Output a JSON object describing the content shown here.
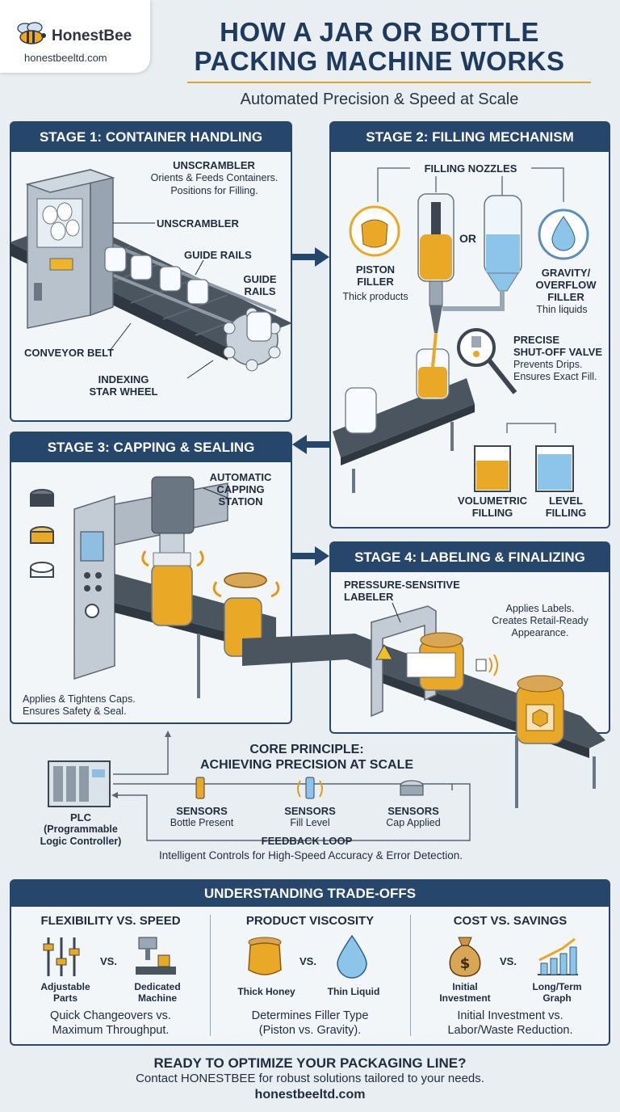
{
  "brand": {
    "name": "HonestBee",
    "url": "honestbeeltd.com"
  },
  "header": {
    "title_line1": "HOW A JAR OR BOTTLE",
    "title_line2": "PACKING MACHINE WORKS",
    "subtitle": "Automated Precision & Speed at Scale"
  },
  "stage1": {
    "tab": "STAGE 1: CONTAINER HANDLING",
    "unscrambler_title": "UNSCRAMBLER",
    "unscrambler_desc1": "Orients & Feeds Containers.",
    "unscrambler_desc2": "Positions for Filling.",
    "unscrambler_label": "UNSCRAMBLER",
    "guide_rails_1": "GUIDE RAILS",
    "guide_rails_2a": "GUIDE",
    "guide_rails_2b": "RAILS",
    "conveyor": "CONVEYOR BELT",
    "star_wheel_a": "INDEXING",
    "star_wheel_b": "STAR WHEEL"
  },
  "stage2": {
    "tab": "STAGE 2: FILLING MECHANISM",
    "nozzles": "FILLING NOZZLES",
    "or": "OR",
    "piston_a": "PISTON",
    "piston_b": "FILLER",
    "piston_desc": "Thick products",
    "gravity_a": "GRAVITY/",
    "gravity_b": "OVERFLOW",
    "gravity_c": "FILLER",
    "gravity_desc": "Thin liquids",
    "valve_a": "PRECISE",
    "valve_b": "SHUT-OFF VALVE",
    "valve_desc1": "Prevents Drips.",
    "valve_desc2": "Ensures Exact Fill.",
    "volumetric_a": "VOLUMETRIC",
    "volumetric_b": "FILLING",
    "level_a": "LEVEL",
    "level_b": "FILLING"
  },
  "stage3": {
    "tab": "STAGE 3: CAPPING & SEALING",
    "station_a": "AUTOMATIC",
    "station_b": "CAPPING",
    "station_c": "STATION",
    "desc1": "Applies & Tightens Caps.",
    "desc2": "Ensures Safety & Seal."
  },
  "stage4": {
    "tab": "STAGE 4: LABELING & FINALIZING",
    "labeler_a": "PRESSURE-SENSITIVE",
    "labeler_b": "LABELER",
    "desc1": "Applies Labels.",
    "desc2": "Creates Retail-Ready",
    "desc3": "Appearance."
  },
  "core": {
    "title1": "CORE PRINCIPLE:",
    "title2": "ACHIEVING PRECISION AT SCALE",
    "plc_a": "PLC",
    "plc_b": "(Programmable",
    "plc_c": "Logic Controller)",
    "sensors": [
      {
        "title": "SENSORS",
        "desc": "Bottle Present"
      },
      {
        "title": "SENSORS",
        "desc": "Fill Level"
      },
      {
        "title": "SENSORS",
        "desc": "Cap Applied"
      }
    ],
    "feedback": "FEEDBACK LOOP",
    "feedback_desc": "Intelligent Controls for High-Speed Accuracy & Error Detection."
  },
  "tradeoffs": {
    "tab": "UNDERSTANDING TRADE-OFFS",
    "cols": [
      {
        "title": "FLEXIBILITY VS. SPEED",
        "left_a": "Adjustable",
        "left_b": "Parts",
        "vs": "VS.",
        "right_a": "Dedicated",
        "right_b": "Machine",
        "desc1": "Quick Changeovers vs.",
        "desc2": "Maximum Throughput."
      },
      {
        "title": "PRODUCT VISCOSITY",
        "left_a": "Thick Honey",
        "left_b": "",
        "vs": "VS.",
        "right_a": "Thin Liquid",
        "right_b": "",
        "desc1": "Determines Filler Type",
        "desc2": "(Piston vs. Gravity)."
      },
      {
        "title": "COST VS. SAVINGS",
        "left_a": "Initial",
        "left_b": "Investment",
        "vs": "VS.",
        "right_a": "Long/Term",
        "right_b": "Graph",
        "desc1": "Initial Investment vs.",
        "desc2": "Labor/Waste Reduction."
      }
    ]
  },
  "footer": {
    "headline": "READY TO OPTIMIZE YOUR PACKAGING LINE?",
    "line": "Contact HONESTBEE for robust solutions tailored to your needs.",
    "url": "honestbeeltd.com"
  },
  "colors": {
    "navy": "#27466b",
    "honey": "#e9a825",
    "steel": "#9aa7b4",
    "belt": "#3d4650",
    "water": "#8cc4ea"
  }
}
